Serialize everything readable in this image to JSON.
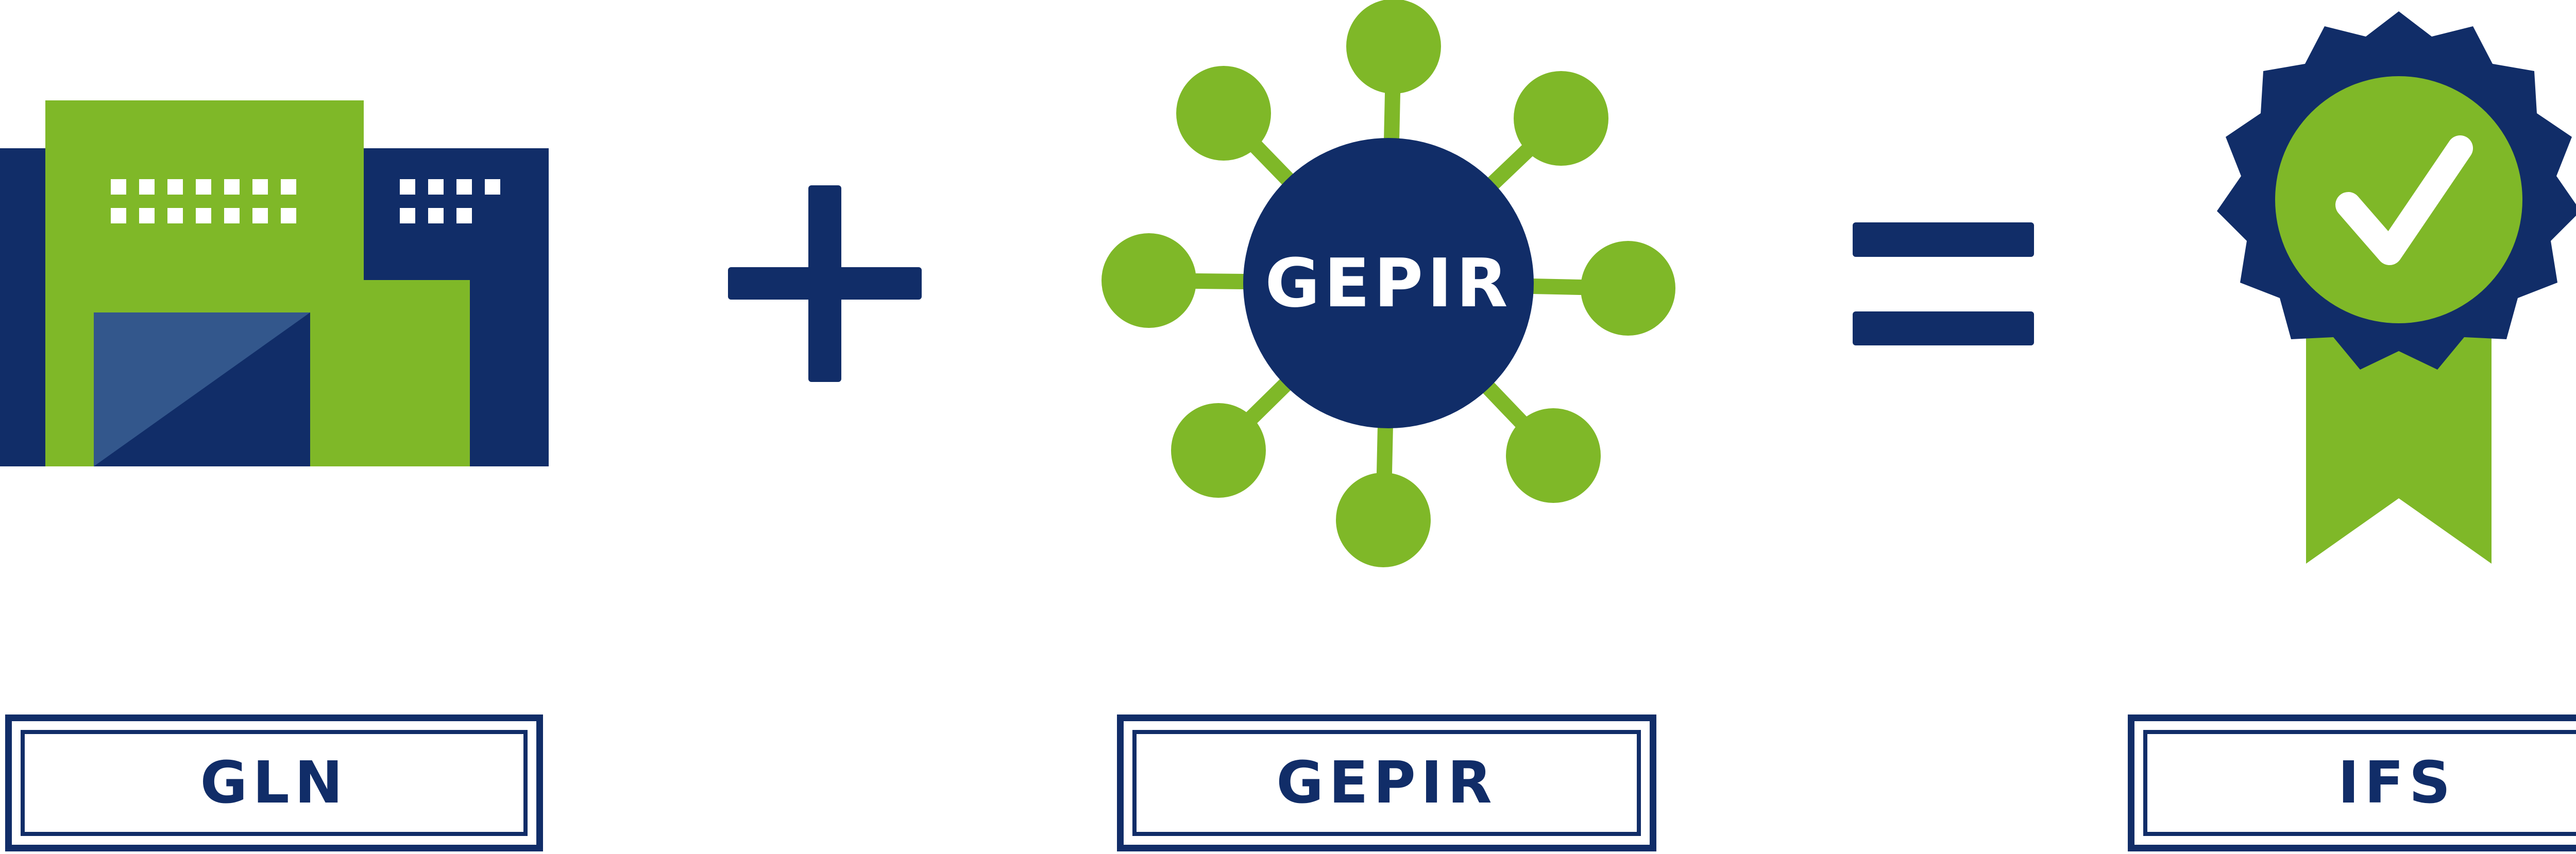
{
  "colors": {
    "navy": "#112d68",
    "green": "#7fb828",
    "mid_blue": "#33578c",
    "white": "#ffffff"
  },
  "diagram": {
    "center_node": "GEPIR",
    "operators": [
      "plus-icon",
      "equals-icon"
    ],
    "icons": [
      "building-icon",
      "network-hub-icon",
      "certificate-badge-icon",
      "checkmark-icon"
    ]
  },
  "labels": {
    "gln": "GLN",
    "gepir": "GEPIR",
    "ifs": "IFS"
  }
}
